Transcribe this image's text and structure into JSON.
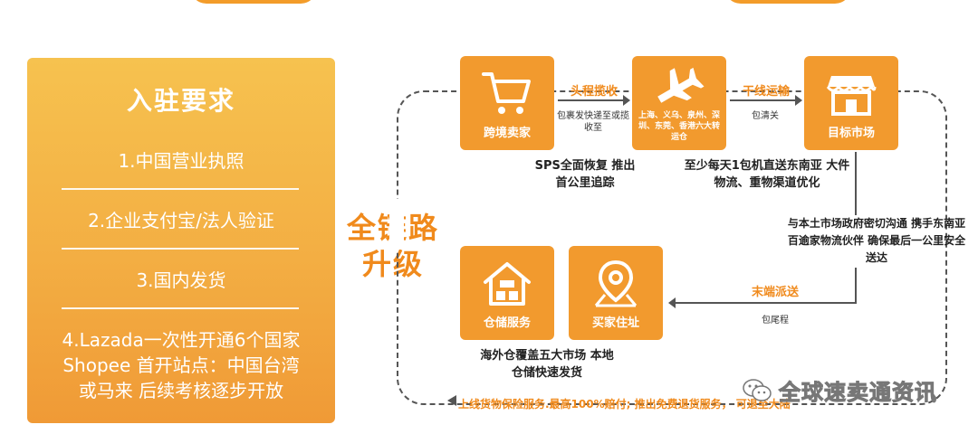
{
  "requirements": {
    "title": "入驻要求",
    "items": [
      "1.中国营业执照",
      "2.企业支付宝/法人验证",
      "3.国内发货",
      "4.Lazada一次性开通6个国家",
      "Shopee 首开站点：中国台湾",
      "或马来 后续考核逐步开放"
    ]
  },
  "center_label": {
    "line1": "全链路",
    "line2": "升级"
  },
  "nodes": {
    "seller": {
      "label": "跨境卖家",
      "icon": "shopping-cart-icon"
    },
    "transit": {
      "sub": "上海、义乌、泉州、深圳、东莞、香港六大转运仓",
      "icon": "airplane-icon"
    },
    "market": {
      "label": "目标市场",
      "icon": "storefront-icon"
    },
    "warehouse": {
      "label": "仓储服务",
      "icon": "warehouse-house-icon"
    },
    "buyer": {
      "label": "买家住址",
      "icon": "map-pin-icon"
    }
  },
  "arrows": {
    "first_mile": {
      "label": "头程揽收",
      "note": "包裹发快递至或揽收至"
    },
    "trunk": {
      "label": "干线运输",
      "note": "包清关"
    },
    "last_mile": {
      "label": "末端派送",
      "note": "包尾程"
    }
  },
  "captions": {
    "sps": "SPS全面恢复 推出首公里追踪",
    "flight": "至少每天1包机直送东南亚 大件物流、重物渠道优化",
    "local": "与本土市场政府密切沟通 携手东南亚百逾家物流伙伴 确保最后一公里安全送达",
    "overseas": "海外仓覆盖五大市场 本地仓储快速发货"
  },
  "bottom_note": "上线货物保险服务.最高100%赔付; 推出免费退货服务， 可退至大陆",
  "watermark": "全球速卖通资讯",
  "colors": {
    "accent": "#f29a2e",
    "text_accent": "#f08a1c",
    "panel": "#f3ae43"
  }
}
